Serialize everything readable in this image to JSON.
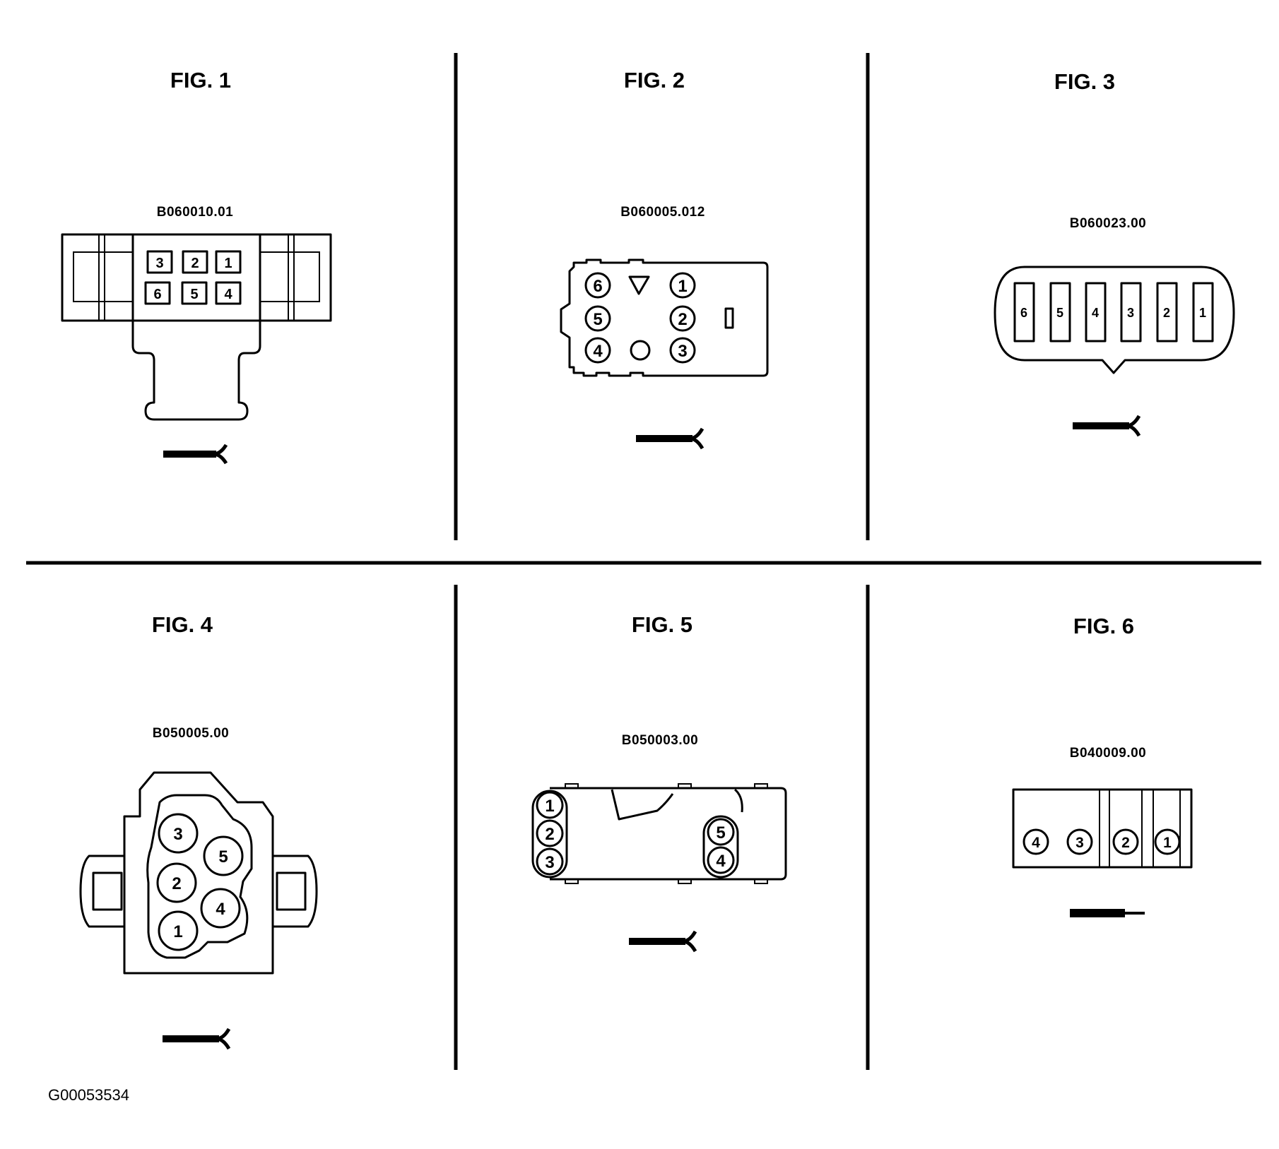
{
  "figures": [
    {
      "title": "FIG. 1",
      "part_number": "B060010.01",
      "pins": [
        "3",
        "2",
        "1",
        "6",
        "5",
        "4"
      ]
    },
    {
      "title": "FIG. 2",
      "part_number": "B060005.012",
      "pins": [
        "6",
        "5",
        "4",
        "1",
        "2",
        "3"
      ]
    },
    {
      "title": "FIG. 3",
      "part_number": "B060023.00",
      "pins": [
        "6",
        "5",
        "4",
        "3",
        "2",
        "1"
      ]
    },
    {
      "title": "FIG. 4",
      "part_number": "B050005.00",
      "pins": [
        "3",
        "5",
        "2",
        "4",
        "1"
      ]
    },
    {
      "title": "FIG. 5",
      "part_number": "B050003.00",
      "pins": [
        "1",
        "2",
        "3",
        "5",
        "4"
      ]
    },
    {
      "title": "FIG. 6",
      "part_number": "B040009.00",
      "pins": [
        "4",
        "3",
        "2",
        "1"
      ]
    }
  ],
  "reference_code": "G00053534"
}
